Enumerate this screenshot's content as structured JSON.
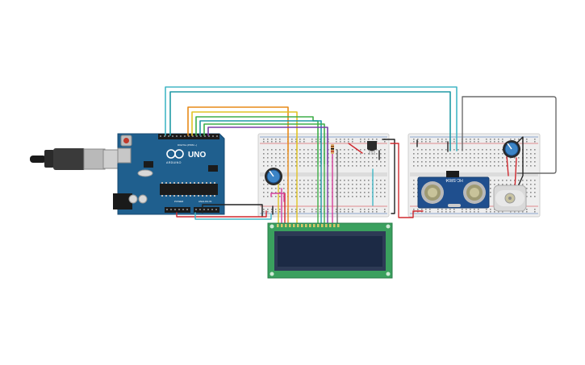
{
  "arduino": {
    "brand_label": "ARDUINO",
    "model_label": "UNO",
    "digital_header_label": "DIGITAL (PWM ~)",
    "power_header_label": "POWER",
    "analog_header_label": "ANALOG IN"
  },
  "ultrasonic": {
    "model_label": "HC-SR04"
  },
  "colors": {
    "board_blue": "#1f5f8e",
    "breadboard": "#eeeeee",
    "lcd_pcb": "#3aa05e",
    "lcd_screen": "#1c2a45",
    "wire_cyan": "#43b7c6",
    "wire_teal": "#219aa5",
    "wire_orange": "#e78a19",
    "wire_yellow": "#e1c323",
    "wire_green": "#3fae49",
    "wire_purple": "#7a3fa8",
    "wire_red": "#d0282e",
    "wire_black": "#222222",
    "wire_gray": "#6c6c6c",
    "wire_pink": "#d6409c"
  },
  "icons": {
    "usb_cable": "usb-cable-icon",
    "potentiometer": "potentiometer-icon",
    "motor": "dc-motor-icon",
    "transistor": "transistor-icon"
  }
}
